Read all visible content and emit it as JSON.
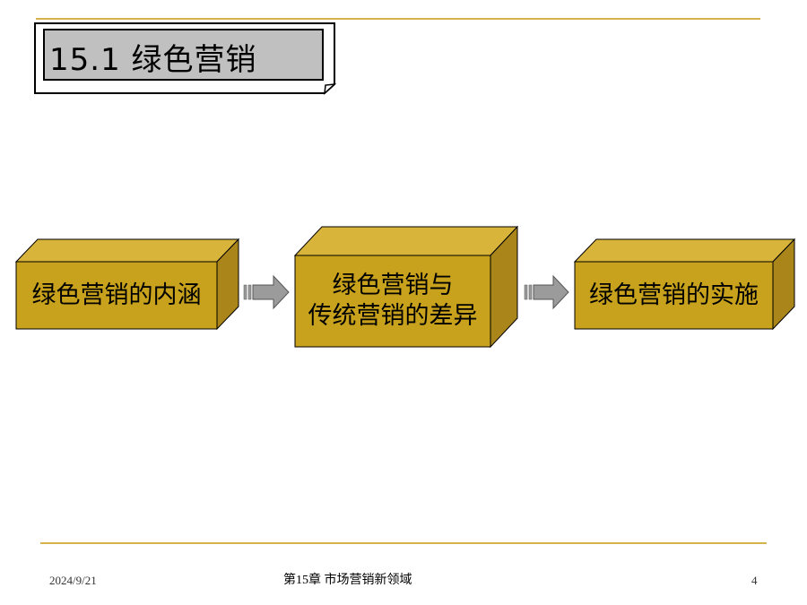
{
  "title": "15.1  绿色营销",
  "colors": {
    "box_front": "#c8a21c",
    "box_top": "#d9b43a",
    "box_side": "#a9851a",
    "arrow_fill": "#9b9b9b",
    "rule": "#d4b24c",
    "title_bg": "#c0c0c0"
  },
  "flow": {
    "boxes": [
      {
        "lines": [
          "绿色营销的内涵"
        ]
      },
      {
        "lines": [
          "绿色营销与",
          "传统营销的差异"
        ]
      },
      {
        "lines": [
          "绿色营销的实施"
        ]
      }
    ]
  },
  "footer": {
    "date": "2024/9/21",
    "chapter": "第15章  市场营销新领域",
    "page": "4"
  }
}
